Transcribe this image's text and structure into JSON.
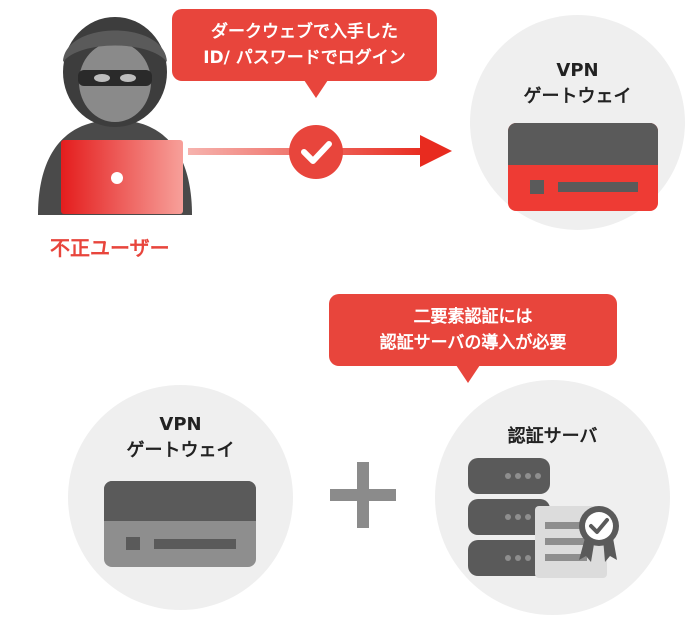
{
  "attack_scenario": {
    "bubble_line1": "ダークウェブで入手した",
    "bubble_line2": "ID/ パスワードでログイン",
    "attacker_label": "不正ユーザー",
    "gateway_line1": "VPN",
    "gateway_line2": "ゲートウェイ"
  },
  "defense_scenario": {
    "bubble_line1": "二要素認証には",
    "bubble_line2": "認証サーバの導入が必要",
    "gateway_line1": "VPN",
    "gateway_line2": "ゲートウェイ",
    "auth_server_label": "認証サーバ"
  },
  "colors": {
    "accent_red": "#e8453c",
    "circle_bg": "#efefef",
    "device_gray": "#5a5a5a",
    "dark": "#3b3b3b"
  },
  "icons": [
    "hacker-icon",
    "laptop-icon",
    "check-icon",
    "arrow-icon",
    "gateway-device-icon",
    "plus-icon",
    "server-icon",
    "certificate-icon"
  ]
}
